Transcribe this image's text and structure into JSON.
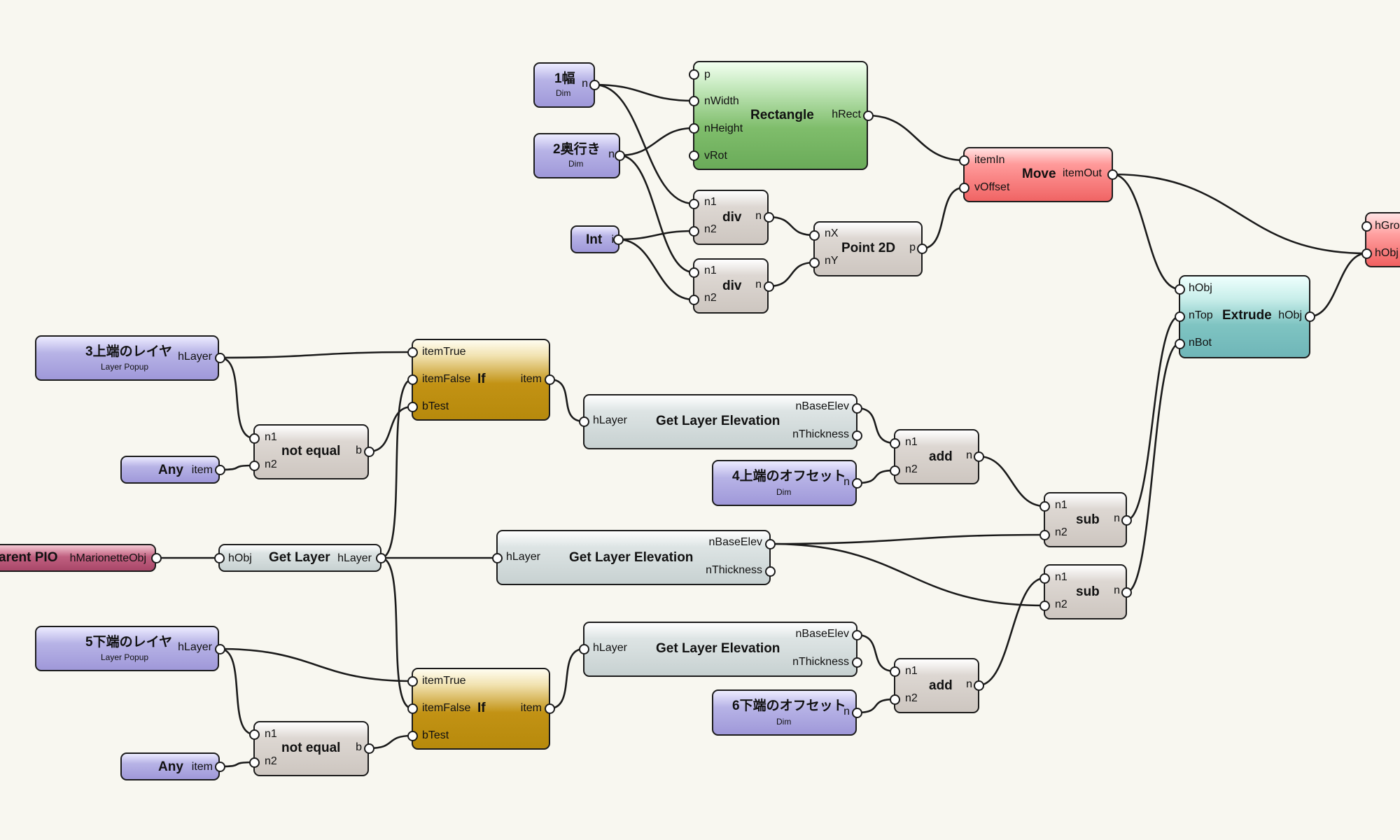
{
  "nodes": {
    "dim_width": {
      "title": "1幅",
      "subtitle": "Dim",
      "out": "n"
    },
    "dim_depth": {
      "title": "2奥行き",
      "subtitle": "Dim",
      "out": "n"
    },
    "int": {
      "title": "Int",
      "out": "i"
    },
    "rectangle": {
      "title": "Rectangle",
      "in": [
        "p",
        "nWidth",
        "nHeight",
        "vRot"
      ],
      "out": "hRect"
    },
    "div1": {
      "title": "div",
      "in": [
        "n1",
        "n2"
      ],
      "out": "n"
    },
    "div2": {
      "title": "div",
      "in": [
        "n1",
        "n2"
      ],
      "out": "n"
    },
    "point2d": {
      "title": "Point 2D",
      "in": [
        "nX",
        "nY"
      ],
      "out": "p"
    },
    "move": {
      "title": "Move",
      "in": [
        "itemIn",
        "vOffset"
      ],
      "out": "itemOut"
    },
    "extrude": {
      "title": "Extrude",
      "in": [
        "hObj",
        "nTop",
        "nBot"
      ],
      "out": "hObj"
    },
    "group_partial": {
      "in": [
        "hGro",
        "hObj"
      ]
    },
    "top_layer": {
      "title": "3上端のレイヤ",
      "subtitle": "Layer Popup",
      "out": "hLayer"
    },
    "any_top": {
      "title": "Any",
      "out": "item"
    },
    "neq_top": {
      "title": "not equal",
      "in": [
        "n1",
        "n2"
      ],
      "out": "b"
    },
    "if_top": {
      "title": "If",
      "in": [
        "itemTrue",
        "itemFalse",
        "bTest"
      ],
      "out": "item"
    },
    "gle_top": {
      "title": "Get Layer Elevation",
      "in": [
        "hLayer"
      ],
      "out": [
        "nBaseElev",
        "nThickness"
      ]
    },
    "top_offset": {
      "title": "4上端のオフセット",
      "subtitle": "Dim",
      "out": "n"
    },
    "add_top": {
      "title": "add",
      "in": [
        "n1",
        "n2"
      ],
      "out": "n"
    },
    "sub_top": {
      "title": "sub",
      "in": [
        "n1",
        "n2"
      ],
      "out": "n"
    },
    "parent_pio": {
      "title": "arent PIO",
      "out": "hMarionetteObj"
    },
    "get_layer": {
      "title": "Get Layer",
      "in": [
        "hObj"
      ],
      "out": "hLayer"
    },
    "gle_mid": {
      "title": "Get Layer Elevation",
      "in": [
        "hLayer"
      ],
      "out": [
        "nBaseElev",
        "nThickness"
      ]
    },
    "sub_bot": {
      "title": "sub",
      "in": [
        "n1",
        "n2"
      ],
      "out": "n"
    },
    "bot_layer": {
      "title": "5下端のレイヤ",
      "subtitle": "Layer Popup",
      "out": "hLayer"
    },
    "any_bot": {
      "title": "Any",
      "out": "item"
    },
    "neq_bot": {
      "title": "not equal",
      "in": [
        "n1",
        "n2"
      ],
      "out": "b"
    },
    "if_bot": {
      "title": "If",
      "in": [
        "itemTrue",
        "itemFalse",
        "bTest"
      ],
      "out": "item"
    },
    "gle_bot": {
      "title": "Get Layer Elevation",
      "in": [
        "hLayer"
      ],
      "out": [
        "nBaseElev",
        "nThickness"
      ]
    },
    "bot_offset": {
      "title": "6下端のオフセット",
      "subtitle": "Dim",
      "out": "n"
    },
    "add_bot": {
      "title": "add",
      "in": [
        "n1",
        "n2"
      ],
      "out": "n"
    }
  },
  "colors": {
    "background": "#f8f7f0",
    "dim_node": "#9f98d9",
    "operator_node": "#cdc6c0",
    "query_node": "#c7d1d1",
    "rectangle_node": "#6aab59",
    "move_node": "#f06464",
    "if_node": "#b78a0c",
    "extrude_node": "#6fb6b8",
    "parent_node": "#a94769",
    "wire": "#1b1b1b"
  }
}
